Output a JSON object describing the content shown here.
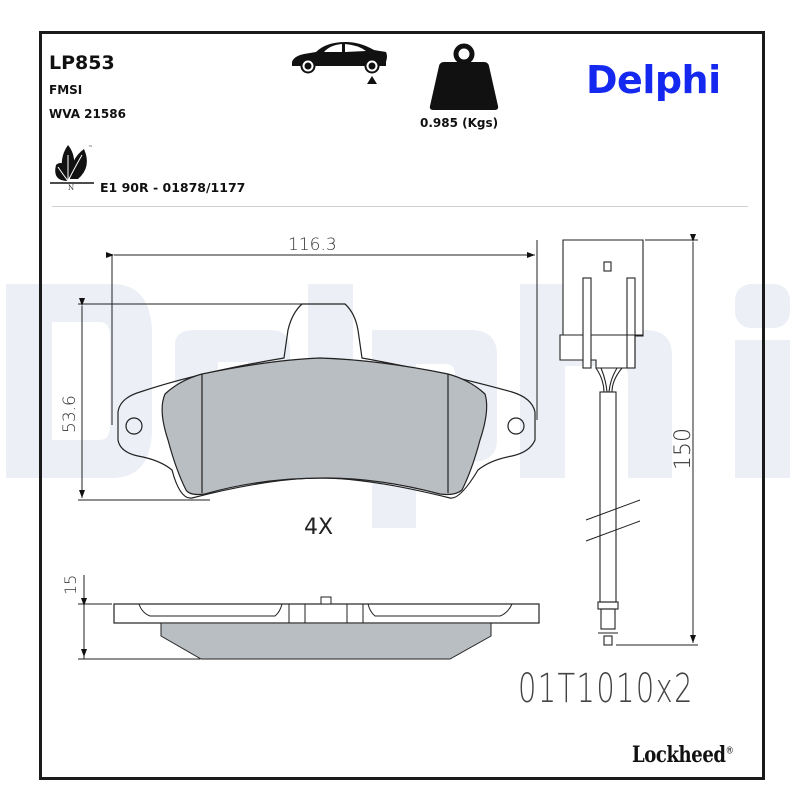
{
  "header": {
    "part_number": "LP853",
    "fmsi_label": "FMSI",
    "wva": "WVA 21586",
    "approval": "E1 90R - 01878/1177",
    "weight": "0.985 (Kgs)",
    "brand_logo": "Delphi",
    "brand_color": "#1428f0"
  },
  "icons": {
    "axle_position": "car-rear-axle-icon",
    "weight": "weight-icon",
    "eco": "leaf-eco-icon",
    "eco_letter": "N",
    "eco_mark": "™"
  },
  "watermark": {
    "text": "Delphi",
    "color": "#eceff5"
  },
  "drawing": {
    "width_dim": "116.3",
    "height_dim": "53.6",
    "thickness_dim": "15",
    "sensor_length_dim": "150",
    "quantity": "4X",
    "pad_fill_color": "#b9bec3",
    "sensor_code": "01T1010x2"
  },
  "footer": {
    "logo": "Lockheed",
    "registered": "®"
  }
}
